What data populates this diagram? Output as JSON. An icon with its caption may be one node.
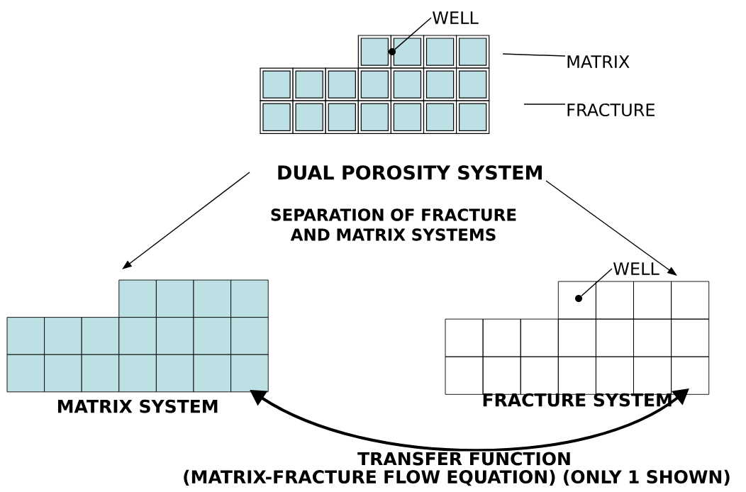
{
  "diagram": {
    "nodes": [
      {
        "text": [
          "DUAL POROSITY SYSTEM"
        ]
      },
      {
        "text": [
          "WELL"
        ]
      },
      {
        "text": [],
        "shape": "circle",
        "in": 0
      },
      {
        "text": [
          "MATRIX"
        ]
      },
      {
        "text": [
          "FRACTURE"
        ]
      },
      {
        "text": [
          "MATRIX SYSTEM"
        ]
      },
      {
        "text": [
          "FRACTURE SYSTEM"
        ]
      },
      {
        "text": [
          "WELL"
        ]
      },
      {
        "text": [],
        "shape": "circle",
        "in": 6
      }
    ],
    "edges": [
      {
        "from": 0,
        "to": 5,
        "arrow": "to"
      },
      {
        "from": 0,
        "to": 6,
        "arrow": "to"
      },
      {
        "from": 5,
        "to": 6,
        "arrow": "both",
        "style": "thick",
        "label": "TRANSFER FUNCTION"
      },
      {
        "from": 1,
        "to": 2,
        "arrow": "none"
      },
      {
        "from": 3,
        "to": 0,
        "arrow": "none"
      },
      {
        "from": 4,
        "to": 0,
        "arrow": "none"
      },
      {
        "from": 7,
        "to": 8,
        "arrow": "none"
      }
    ],
    "labels": [
      "SEPARATION OF FRACTURE AND MATRIX SYSTEMS",
      "(MATRIX-FRACTURE FLOW EQUATION) (ONLY 1 SHOWN)"
    ]
  }
}
